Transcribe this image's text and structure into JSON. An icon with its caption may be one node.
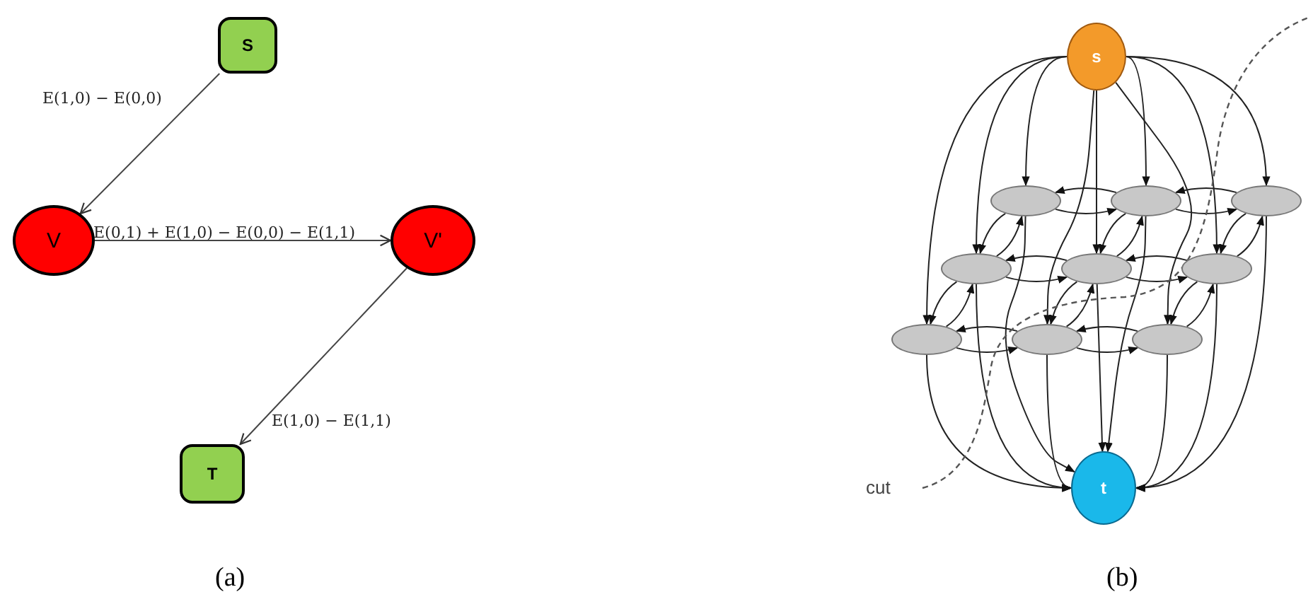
{
  "diagram": {
    "nodes": [
      {
        "text": [
          "S"
        ]
      },
      {
        "text": [
          "V"
        ]
      },
      {
        "text": [
          "V'"
        ]
      },
      {
        "text": [
          "T"
        ]
      },
      {
        "text": [
          "s"
        ]
      },
      {
        "text": [],
        "shape": "ellipse"
      },
      {
        "text": [],
        "shape": "ellipse"
      },
      {
        "text": [],
        "shape": "ellipse"
      },
      {
        "text": [],
        "shape": "ellipse"
      },
      {
        "text": [],
        "shape": "ellipse"
      },
      {
        "text": [],
        "shape": "ellipse"
      },
      {
        "text": [],
        "shape": "ellipse"
      },
      {
        "text": [],
        "shape": "ellipse"
      },
      {
        "text": [],
        "shape": "ellipse"
      },
      {
        "text": [
          "t"
        ]
      }
    ],
    "edges": [
      {
        "from": 0,
        "to": 1,
        "arrow": "to",
        "label": "E(1,0) − E(0,0)"
      },
      {
        "from": 1,
        "to": 2,
        "arrow": "to",
        "label": "E(0,1) + E(1,0) − E(0,0) − E(1,1)"
      },
      {
        "from": 2,
        "to": 3,
        "arrow": "to",
        "label": "E(1,0) − E(1,1)"
      },
      {
        "from": 4,
        "to": 5,
        "arrow": "to"
      },
      {
        "from": 4,
        "to": 6,
        "arrow": "to"
      },
      {
        "from": 4,
        "to": 7,
        "arrow": "to"
      },
      {
        "from": 4,
        "to": 8,
        "arrow": "to"
      },
      {
        "from": 4,
        "to": 9,
        "arrow": "to"
      },
      {
        "from": 4,
        "to": 10,
        "arrow": "to"
      },
      {
        "from": 4,
        "to": 11,
        "arrow": "to"
      },
      {
        "from": 4,
        "to": 12,
        "arrow": "to"
      },
      {
        "from": 4,
        "to": 13,
        "arrow": "to"
      },
      {
        "from": 5,
        "to": 6,
        "arrow": "to"
      },
      {
        "from": 6,
        "to": 5,
        "arrow": "to"
      },
      {
        "from": 6,
        "to": 7,
        "arrow": "to"
      },
      {
        "from": 7,
        "to": 6,
        "arrow": "to"
      },
      {
        "from": 8,
        "to": 9,
        "arrow": "to"
      },
      {
        "from": 9,
        "to": 8,
        "arrow": "to"
      },
      {
        "from": 9,
        "to": 10,
        "arrow": "to"
      },
      {
        "from": 10,
        "to": 9,
        "arrow": "to"
      },
      {
        "from": 11,
        "to": 12,
        "arrow": "to"
      },
      {
        "from": 12,
        "to": 11,
        "arrow": "to"
      },
      {
        "from": 12,
        "to": 13,
        "arrow": "to"
      },
      {
        "from": 13,
        "to": 12,
        "arrow": "to"
      },
      {
        "from": 5,
        "to": 8,
        "arrow": "to"
      },
      {
        "from": 8,
        "to": 5,
        "arrow": "to"
      },
      {
        "from": 6,
        "to": 9,
        "arrow": "to"
      },
      {
        "from": 9,
        "to": 6,
        "arrow": "to"
      },
      {
        "from": 7,
        "to": 10,
        "arrow": "to"
      },
      {
        "from": 10,
        "to": 7,
        "arrow": "to"
      },
      {
        "from": 8,
        "to": 11,
        "arrow": "to"
      },
      {
        "from": 11,
        "to": 8,
        "arrow": "to"
      },
      {
        "from": 9,
        "to": 12,
        "arrow": "to"
      },
      {
        "from": 12,
        "to": 9,
        "arrow": "to"
      },
      {
        "from": 10,
        "to": 13,
        "arrow": "to"
      },
      {
        "from": 13,
        "to": 10,
        "arrow": "to"
      },
      {
        "from": 5,
        "to": 14,
        "arrow": "to"
      },
      {
        "from": 6,
        "to": 14,
        "arrow": "to"
      },
      {
        "from": 7,
        "to": 14,
        "arrow": "to"
      },
      {
        "from": 8,
        "to": 14,
        "arrow": "to"
      },
      {
        "from": 9,
        "to": 14,
        "arrow": "to"
      },
      {
        "from": 10,
        "to": 14,
        "arrow": "to"
      },
      {
        "from": 11,
        "to": 14,
        "arrow": "to"
      },
      {
        "from": 12,
        "to": 14,
        "arrow": "to"
      },
      {
        "from": 13,
        "to": 14,
        "arrow": "to"
      }
    ],
    "labels": [
      "cut",
      "(a)",
      "(b)"
    ]
  }
}
